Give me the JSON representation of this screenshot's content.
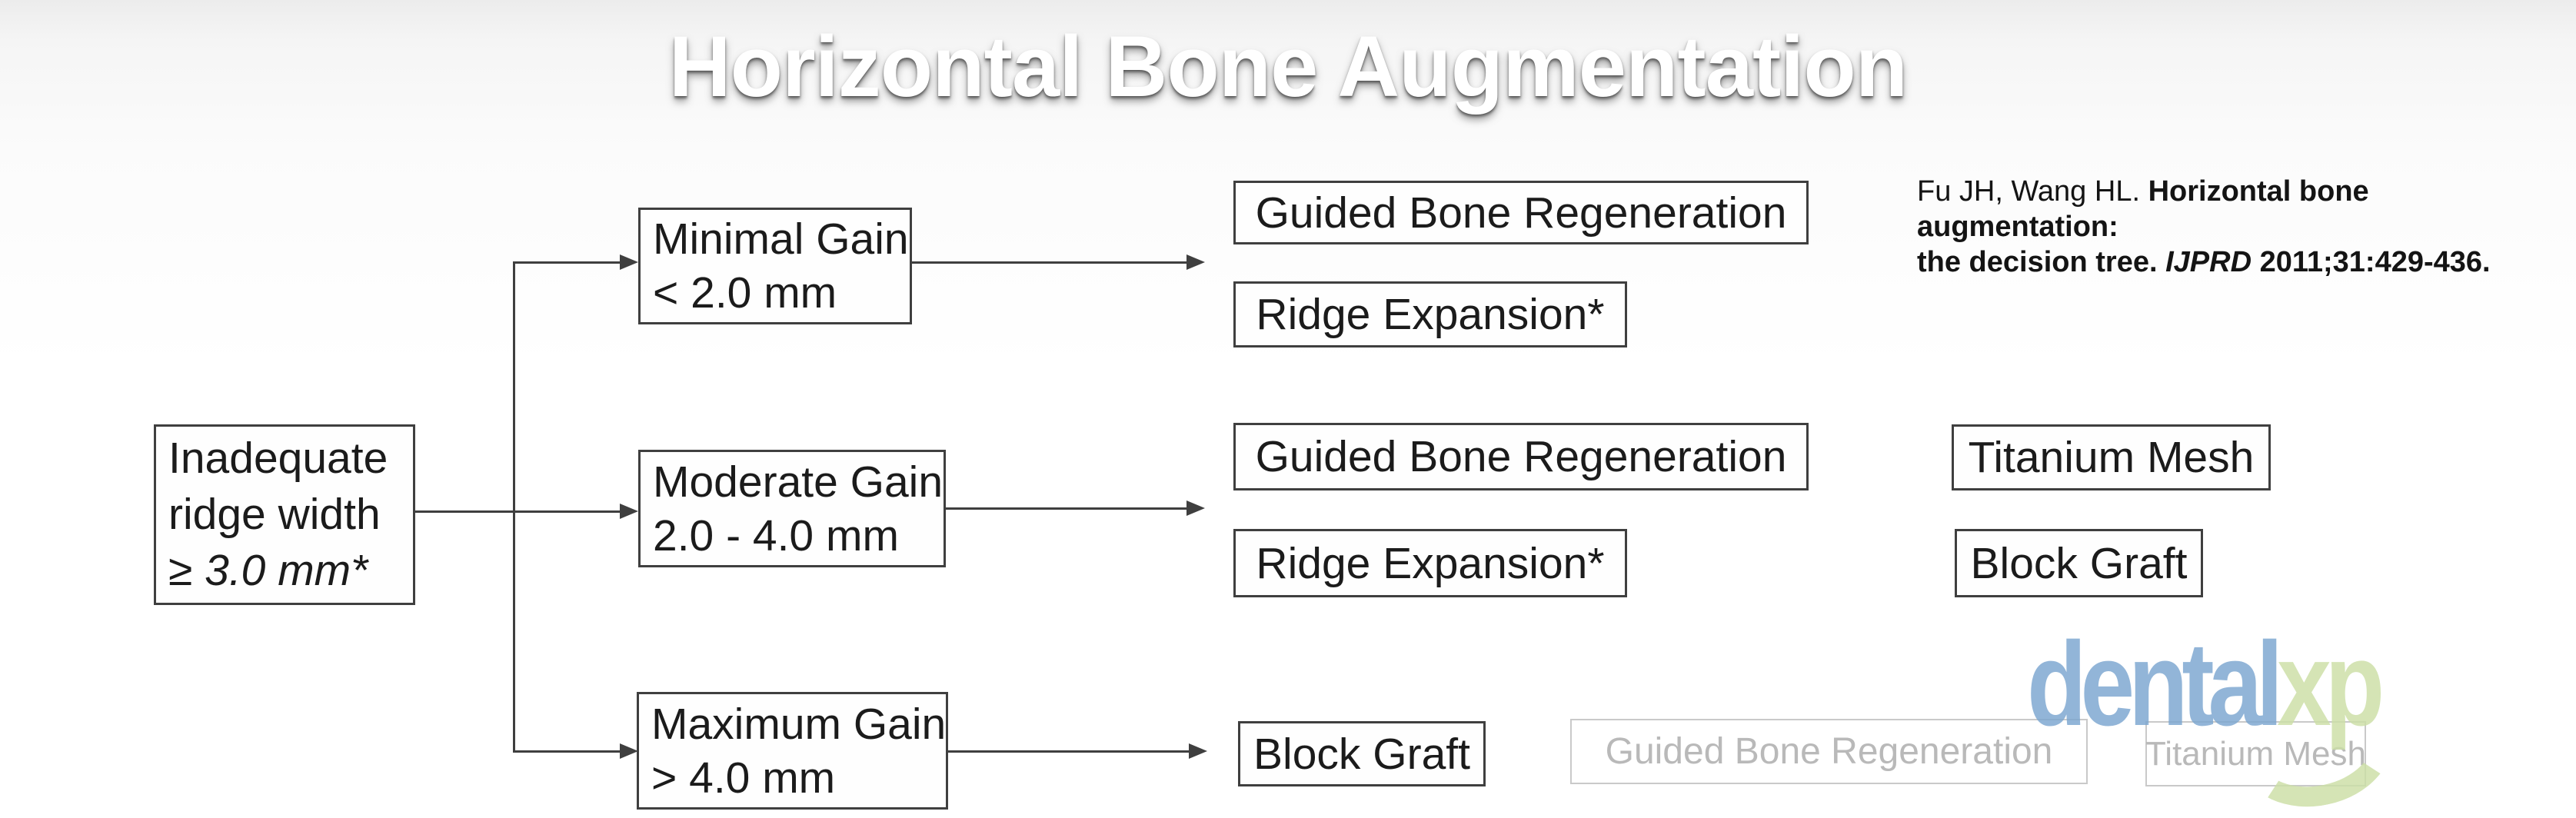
{
  "title": "Horizontal Bone Augmentation",
  "citation": {
    "authors": "Fu JH, Wang HL. ",
    "bold_part": "Horizontal bone augmentation:",
    "line2_bold_pre": "the decision tree. ",
    "journal": "IJPRD",
    "line2_bold_post": " 2011;31:429-436."
  },
  "tree": {
    "root": {
      "line1": "Inadequate",
      "line2": "ridge width",
      "line3": "≥ 3.0 mm*"
    },
    "gains": [
      {
        "line1": "Minimal Gain",
        "line2": "< 2.0 mm"
      },
      {
        "line1": "Moderate Gain",
        "line2": "2.0 - 4.0 mm"
      },
      {
        "line1": "Maximum Gain",
        "line2": "> 4.0 mm"
      }
    ],
    "treatments": {
      "row1": [
        "Guided Bone Regeneration",
        "Ridge Expansion*"
      ],
      "row2_left": [
        "Guided Bone Regeneration",
        "Ridge Expansion*"
      ],
      "row2_right": [
        "Titanium Mesh",
        "Block Graft"
      ],
      "row3": [
        "Block Graft"
      ],
      "row3_disabled": [
        "Guided Bone Regeneration",
        "Titanium Mesh"
      ]
    }
  },
  "watermark": {
    "part1": "dental",
    "part2": "xp"
  },
  "colors": {
    "box_border": "#3f3f3f",
    "box_text": "#1b1b1b",
    "disabled_border": "#c9c9c9",
    "disabled_text": "#b9b9b9",
    "watermark_blue": "#7ba6d0",
    "watermark_green": "#ccdfa6",
    "title_text": "#ffffff"
  }
}
